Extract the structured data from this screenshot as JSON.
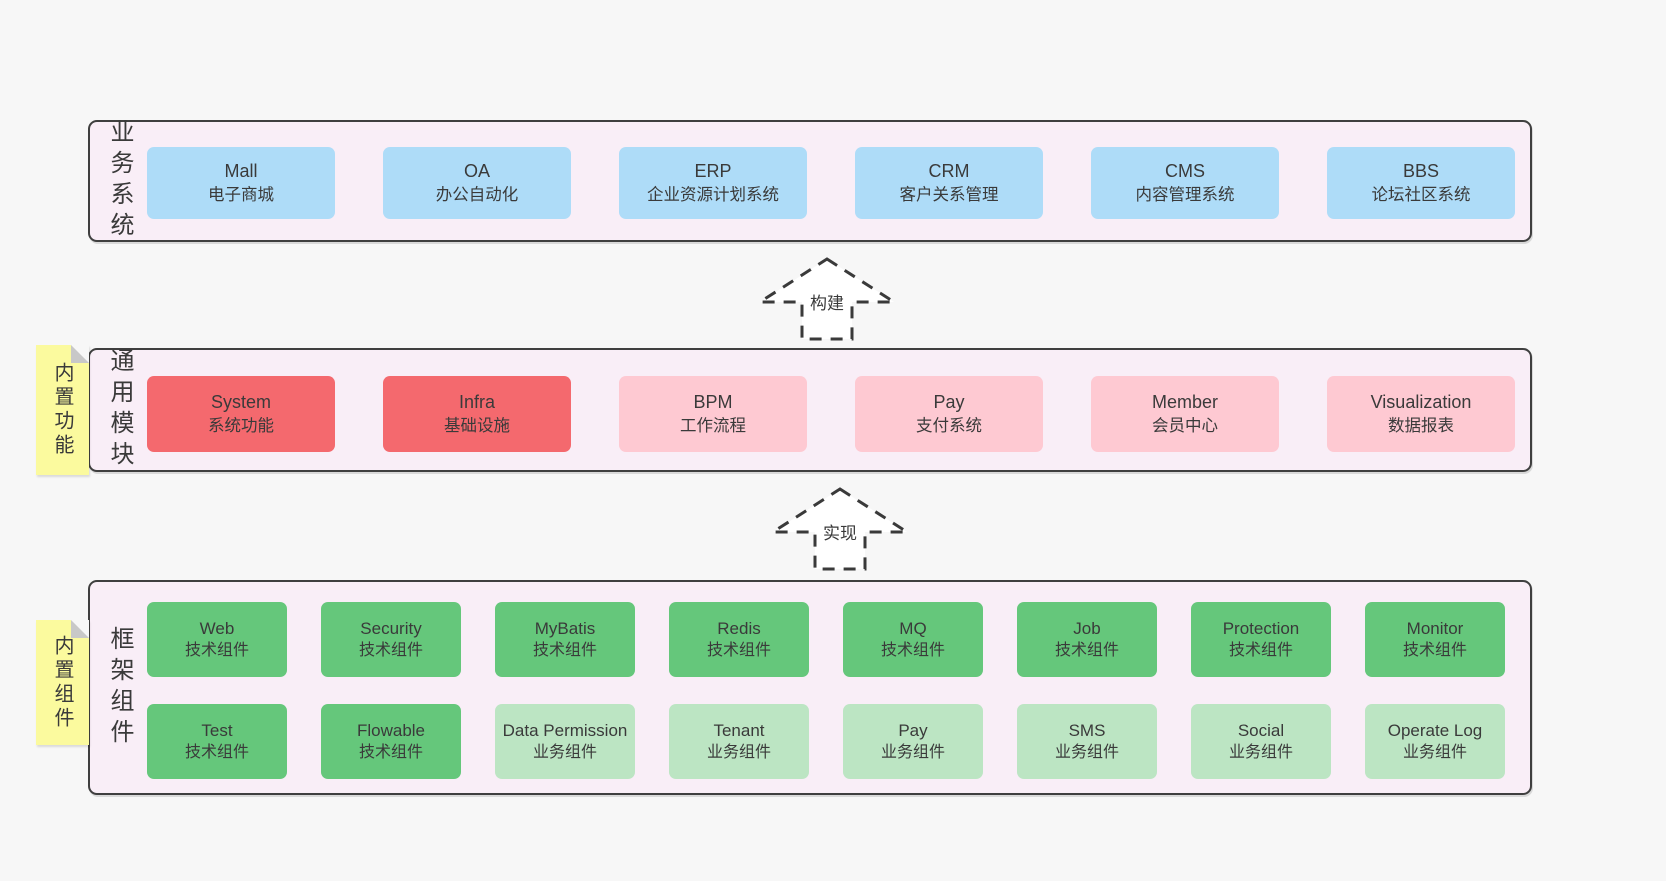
{
  "colors": {
    "page_bg": "#f7f7f7",
    "band_bg": "#f9eef7",
    "band_border": "#3f3f3f",
    "blue": "#aedcf8",
    "red": "#f4696e",
    "pink": "#fec9d2",
    "green_dark": "#65c77b",
    "green_light": "#bce5c3",
    "sticky": "#fbfa9e",
    "fold": "#c8c8c8",
    "text": "#3a3a3a"
  },
  "bands": [
    {
      "label": "业务系统",
      "boxes": [
        {
          "title": "Mall",
          "subtitle": "电子商城"
        },
        {
          "title": "OA",
          "subtitle": "办公自动化"
        },
        {
          "title": "ERP",
          "subtitle": "企业资源计划系统"
        },
        {
          "title": "CRM",
          "subtitle": "客户关系管理"
        },
        {
          "title": "CMS",
          "subtitle": "内容管理系统"
        },
        {
          "title": "BBS",
          "subtitle": "论坛社区系统"
        }
      ]
    },
    {
      "label": "通用模块",
      "sticky": "内置功能",
      "boxes": [
        {
          "title": "System",
          "subtitle": "系统功能"
        },
        {
          "title": "Infra",
          "subtitle": "基础设施"
        },
        {
          "title": "BPM",
          "subtitle": "工作流程"
        },
        {
          "title": "Pay",
          "subtitle": "支付系统"
        },
        {
          "title": "Member",
          "subtitle": "会员中心"
        },
        {
          "title": "Visualization",
          "subtitle": "数据报表"
        }
      ]
    },
    {
      "label": "框架组件",
      "sticky": "内置组件",
      "rows": [
        [
          {
            "title": "Web",
            "subtitle": "技术组件"
          },
          {
            "title": "Security",
            "subtitle": "技术组件"
          },
          {
            "title": "MyBatis",
            "subtitle": "技术组件"
          },
          {
            "title": "Redis",
            "subtitle": "技术组件"
          },
          {
            "title": "MQ",
            "subtitle": "技术组件"
          },
          {
            "title": "Job",
            "subtitle": "技术组件"
          },
          {
            "title": "Protection",
            "subtitle": "技术组件"
          },
          {
            "title": "Monitor",
            "subtitle": "技术组件"
          }
        ],
        [
          {
            "title": "Test",
            "subtitle": "技术组件"
          },
          {
            "title": "Flowable",
            "subtitle": "技术组件"
          },
          {
            "title": "Data Permission",
            "subtitle": "业务组件"
          },
          {
            "title": "Tenant",
            "subtitle": "业务组件"
          },
          {
            "title": "Pay",
            "subtitle": "业务组件"
          },
          {
            "title": "SMS",
            "subtitle": "业务组件"
          },
          {
            "title": "Social",
            "subtitle": "业务组件"
          },
          {
            "title": "Operate Log",
            "subtitle": "业务组件"
          }
        ]
      ]
    }
  ],
  "arrows": [
    {
      "label": "构建"
    },
    {
      "label": "实现"
    }
  ]
}
